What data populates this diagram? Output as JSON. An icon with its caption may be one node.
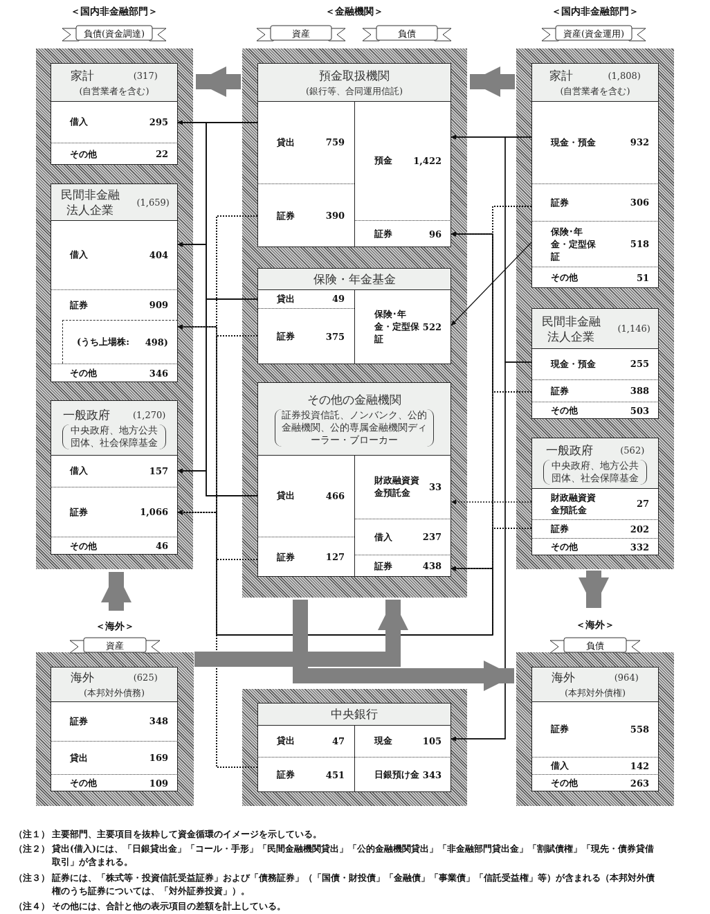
{
  "diagram": {
    "nodes": [
      {
        "text": [
          "＜国内非金融部門＞",
          "負債(資金調達)"
        ]
      },
      {
        "text": [
          "家計",
          "(317)",
          "(自営業者を含む)"
        ],
        "in": 0
      },
      {
        "text": [
          "借入",
          "295"
        ],
        "in": 1
      },
      {
        "text": [
          "その他",
          "22"
        ],
        "in": 1
      },
      {
        "text": [
          "民間非金融法人企業",
          "(1,659)"
        ],
        "in": 0
      },
      {
        "text": [
          "借入",
          "404"
        ],
        "in": 4
      },
      {
        "text": [
          "証券",
          "909"
        ],
        "in": 4
      },
      {
        "text": [
          "(うち上場株:",
          "498)"
        ],
        "in": 4
      },
      {
        "text": [
          "その他",
          "346"
        ],
        "in": 4
      },
      {
        "text": [
          "一般政府",
          "(1,270)",
          "中央政府、地方公共団体、社会保障基金"
        ],
        "in": 0
      },
      {
        "text": [
          "借入",
          "157"
        ],
        "in": 9
      },
      {
        "text": [
          "証券",
          "1,066"
        ],
        "in": 9
      },
      {
        "text": [
          "その他",
          "46"
        ],
        "in": 9
      },
      {
        "text": [
          "＜金融機関＞",
          "資産",
          "負債"
        ]
      },
      {
        "text": [
          "預金取扱機関",
          "(銀行等、合同運用信託)"
        ],
        "in": 13
      },
      {
        "text": [
          "貸出",
          "759"
        ],
        "in": 14
      },
      {
        "text": [
          "証券",
          "390"
        ],
        "in": 14
      },
      {
        "text": [
          "預金",
          "1,422"
        ],
        "in": 14
      },
      {
        "text": [
          "証券",
          "96"
        ],
        "in": 14
      },
      {
        "text": [
          "保険・年金基金"
        ],
        "in": 13
      },
      {
        "text": [
          "貸出",
          "49"
        ],
        "in": 19
      },
      {
        "text": [
          "証券",
          "375"
        ],
        "in": 19
      },
      {
        "text": [
          "保険･年金・定型保証",
          "522"
        ],
        "in": 19
      },
      {
        "text": [
          "その他の金融機関",
          "証券投資信託、ノンバンク、公的金融機関、公的専属金融機関ディーラー・ブローカー"
        ],
        "in": 13
      },
      {
        "text": [
          "貸出",
          "466"
        ],
        "in": 23
      },
      {
        "text": [
          "証券",
          "127"
        ],
        "in": 23
      },
      {
        "text": [
          "財政融資資金預託金",
          "33"
        ],
        "in": 23
      },
      {
        "text": [
          "借入",
          "237"
        ],
        "in": 23
      },
      {
        "text": [
          "証券",
          "438"
        ],
        "in": 23
      },
      {
        "text": [
          "＜国内非金融部門＞",
          "資産(資金運用)"
        ]
      },
      {
        "text": [
          "家計",
          "(1,808)",
          "(自営業者を含む)"
        ],
        "in": 29
      },
      {
        "text": [
          "現金・預金",
          "932"
        ],
        "in": 30
      },
      {
        "text": [
          "証券",
          "306"
        ],
        "in": 30
      },
      {
        "text": [
          "保険･年金・定型保証",
          "518"
        ],
        "in": 30
      },
      {
        "text": [
          "その他",
          "51"
        ],
        "in": 30
      },
      {
        "text": [
          "民間非金融法人企業",
          "(1,146)"
        ],
        "in": 29
      },
      {
        "text": [
          "現金・預金",
          "255"
        ],
        "in": 35
      },
      {
        "text": [
          "証券",
          "388"
        ],
        "in": 35
      },
      {
        "text": [
          "その他",
          "503"
        ],
        "in": 35
      },
      {
        "text": [
          "一般政府",
          "(562)",
          "中央政府、地方公共団体、社会保障基金"
        ],
        "in": 29
      },
      {
        "text": [
          "財政融資資金預託金",
          "27"
        ],
        "in": 39
      },
      {
        "text": [
          "証券",
          "202"
        ],
        "in": 39
      },
      {
        "text": [
          "その他",
          "332"
        ],
        "in": 39
      },
      {
        "text": [
          "＜海外＞",
          "資産"
        ]
      },
      {
        "text": [
          "海外",
          "(625)",
          "(本邦対外債務)"
        ],
        "in": 43
      },
      {
        "text": [
          "証券",
          "348"
        ],
        "in": 44
      },
      {
        "text": [
          "貸出",
          "169"
        ],
        "in": 44
      },
      {
        "text": [
          "その他",
          "109"
        ],
        "in": 44
      },
      {
        "text": [],
        "shape": "box"
      },
      {
        "text": [
          "中央銀行"
        ],
        "in": 48
      },
      {
        "text": [
          "貸出",
          "47"
        ],
        "in": 49
      },
      {
        "text": [
          "証券",
          "451"
        ],
        "in": 49
      },
      {
        "text": [
          "現金",
          "105"
        ],
        "in": 49
      },
      {
        "text": [
          "日銀預け金",
          "343"
        ],
        "in": 49
      },
      {
        "text": [
          "＜海外＞",
          "負債"
        ]
      },
      {
        "text": [
          "海外",
          "(964)",
          "(本邦対外債権)"
        ],
        "in": 54
      },
      {
        "text": [
          "証券",
          "558"
        ],
        "in": 55
      },
      {
        "text": [
          "借入",
          "142"
        ],
        "in": 55
      },
      {
        "text": [
          "その他",
          "263"
        ],
        "in": 55
      }
    ],
    "edges": [
      {
        "from": 15,
        "to": 2,
        "arrow": "to"
      },
      {
        "from": 15,
        "to": 5,
        "arrow": "to"
      },
      {
        "from": 15,
        "to": 10,
        "arrow": "to"
      },
      {
        "from": 20,
        "to": 2,
        "arrow": "to"
      },
      {
        "from": 20,
        "to": 5,
        "arrow": "to"
      },
      {
        "from": 20,
        "to": 10,
        "arrow": "to"
      },
      {
        "from": 24,
        "to": 2,
        "arrow": "to"
      },
      {
        "from": 24,
        "to": 5,
        "arrow": "to"
      },
      {
        "from": 24,
        "to": 10,
        "arrow": "to"
      },
      {
        "from": 31,
        "to": 17,
        "arrow": "to"
      },
      {
        "from": 31,
        "to": 52,
        "arrow": "to"
      },
      {
        "from": 36,
        "to": 17,
        "arrow": "to"
      },
      {
        "from": 36,
        "to": 52,
        "arrow": "to"
      },
      {
        "from": 33,
        "to": 22,
        "arrow": "to"
      },
      {
        "from": 40,
        "to": 26,
        "arrow": "to",
        "style": "dashed"
      },
      {
        "from": 16,
        "to": 7,
        "arrow": "to",
        "style": "dashed"
      },
      {
        "from": 16,
        "to": 11,
        "arrow": "to",
        "style": "dashed"
      },
      {
        "from": 16,
        "to": 18,
        "arrow": "to",
        "style": "dashed"
      },
      {
        "from": 16,
        "to": 28,
        "arrow": "to",
        "style": "dashed"
      },
      {
        "from": 21,
        "to": 7,
        "arrow": "to",
        "style": "dashed"
      },
      {
        "from": 21,
        "to": 11,
        "arrow": "to",
        "style": "dashed"
      },
      {
        "from": 21,
        "to": 18,
        "arrow": "to",
        "style": "dashed"
      },
      {
        "from": 21,
        "to": 28,
        "arrow": "to",
        "style": "dashed"
      },
      {
        "from": 25,
        "to": 7,
        "arrow": "to",
        "style": "dashed"
      },
      {
        "from": 25,
        "to": 11,
        "arrow": "to",
        "style": "dashed"
      },
      {
        "from": 25,
        "to": 18,
        "arrow": "to",
        "style": "dashed"
      },
      {
        "from": 25,
        "to": 28,
        "arrow": "to",
        "style": "dashed"
      },
      {
        "from": 51,
        "to": 7,
        "arrow": "to",
        "style": "dashed"
      },
      {
        "from": 51,
        "to": 11,
        "arrow": "to",
        "style": "dashed"
      },
      {
        "from": 51,
        "to": 18,
        "arrow": "to",
        "style": "dashed"
      },
      {
        "from": 51,
        "to": 28,
        "arrow": "to",
        "style": "dashed"
      },
      {
        "from": 32,
        "to": 7,
        "arrow": "to",
        "style": "dashed"
      },
      {
        "from": 32,
        "to": 11,
        "arrow": "to",
        "style": "dashed"
      },
      {
        "from": 32,
        "to": 18,
        "arrow": "to",
        "style": "dashed"
      },
      {
        "from": 32,
        "to": 28,
        "arrow": "to",
        "style": "dashed"
      },
      {
        "from": 37,
        "to": 7,
        "arrow": "to",
        "style": "dashed"
      },
      {
        "from": 37,
        "to": 11,
        "arrow": "to",
        "style": "dashed"
      },
      {
        "from": 37,
        "to": 18,
        "arrow": "to",
        "style": "dashed"
      },
      {
        "from": 37,
        "to": 28,
        "arrow": "to",
        "style": "dashed"
      },
      {
        "from": 41,
        "to": 7,
        "arrow": "to",
        "style": "dashed"
      },
      {
        "from": 41,
        "to": 11,
        "arrow": "to",
        "style": "dashed"
      },
      {
        "from": 41,
        "to": 18,
        "arrow": "to",
        "style": "dashed"
      },
      {
        "from": 41,
        "to": 28,
        "arrow": "to",
        "style": "dashed"
      },
      {
        "from": 13,
        "to": 0,
        "arrow": "to",
        "style": "thick",
        "color": "#808080"
      },
      {
        "from": 29,
        "to": 13,
        "arrow": "to",
        "style": "thick",
        "color": "#808080"
      },
      {
        "from": 43,
        "to": 0,
        "arrow": "to",
        "style": "thick",
        "color": "#808080"
      },
      {
        "from": 29,
        "to": 54,
        "arrow": "to",
        "style": "thick",
        "color": "#808080"
      },
      {
        "from": 43,
        "to": 13,
        "arrow": "to",
        "style": "thick",
        "color": "#808080"
      },
      {
        "from": 13,
        "to": 54,
        "arrow": "to",
        "style": "thick",
        "color": "#808080"
      }
    ],
    "labels": [
      "（注１）",
      "主要部門、主要項目を抜粋して資金循環のイメージを示している。",
      "（注２）",
      "貸出(借入)には、「日銀貸出金」「コール・手形」「民間金融機関貸出」「公的金融機関貸出」「非金融部門貸出金」「割賦債権」「現先・債券貸借取引」が含まれる。",
      "（注３）",
      "証券には、「株式等・投資信託受益証券」および「債務証券」（「国債・財投債」「金融債」「事業債」「信託受益権」等）が含まれる（本邦対外債権のうち証券については、「対外証券投資」）。",
      "（注４）",
      "その他には、合計と他の表示項目の差額を計上している。"
    ]
  }
}
